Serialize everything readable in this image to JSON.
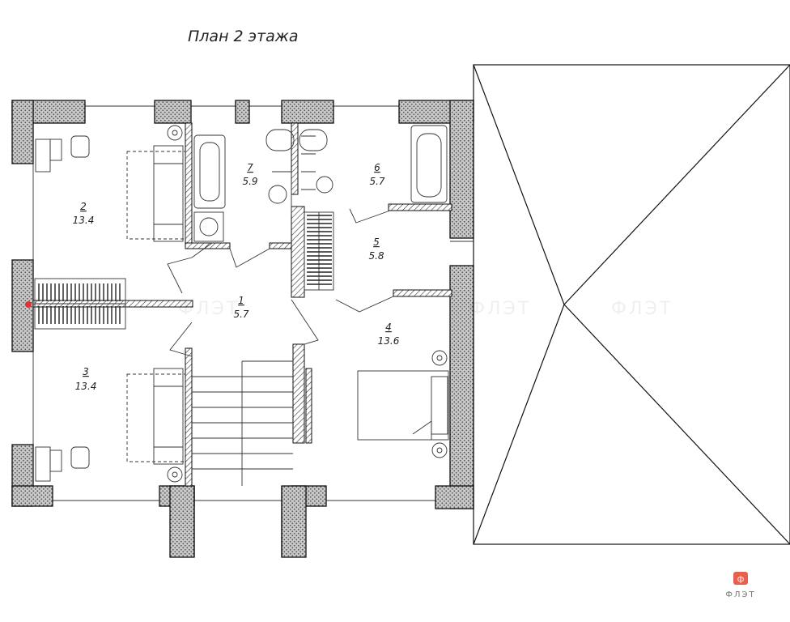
{
  "title": "План 2 этажа",
  "rooms": [
    {
      "number": "1",
      "area": "5.7"
    },
    {
      "number": "2",
      "area": "13.4"
    },
    {
      "number": "3",
      "area": "13.4"
    },
    {
      "number": "4",
      "area": "13.6"
    },
    {
      "number": "5",
      "area": "5.8"
    },
    {
      "number": "6",
      "area": "5.7"
    },
    {
      "number": "7",
      "area": "5.9"
    }
  ],
  "watermark": "ФЛЭТ",
  "logo": {
    "glyph": "ф",
    "text": "ФЛЭТ",
    "color": "#e8604c"
  }
}
